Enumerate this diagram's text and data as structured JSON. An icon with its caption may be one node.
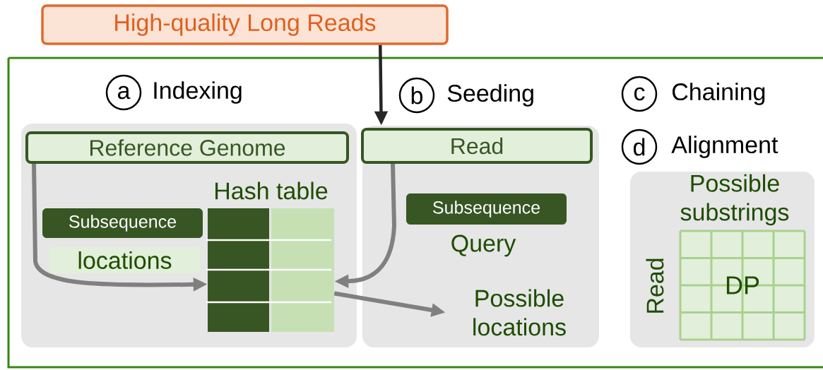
{
  "diagram": {
    "nodes": [
      {
        "text": [
          "High-quality Long Reads"
        ]
      },
      {
        "text": [],
        "shape": "box"
      },
      {
        "text": [
          "Reference Genome"
        ],
        "in": 1
      },
      {
        "text": [
          "Hash table"
        ],
        "in": 1
      },
      {
        "text": [
          "Subsequence"
        ],
        "in": 1
      },
      {
        "text": [
          "locations"
        ],
        "in": 1
      },
      {
        "text": [],
        "shape": "box"
      },
      {
        "text": [
          "Read"
        ],
        "in": 6
      },
      {
        "text": [
          "Subsequence"
        ],
        "in": 6,
        "beside": [
          "Query"
        ]
      },
      {
        "text": [
          "Possible locations"
        ],
        "in": 6
      },
      {
        "text": [],
        "shape": "box"
      },
      {
        "text": [
          "DP"
        ],
        "in": 10,
        "beside": [
          "Possible substrings",
          "Read"
        ]
      }
    ],
    "edges": [
      {
        "from": 0,
        "to": 6,
        "arrow": "to",
        "color": "#262626"
      },
      {
        "from": 2,
        "to": 3,
        "arrow": "to"
      },
      {
        "from": 7,
        "to": 3,
        "arrow": "to"
      },
      {
        "from": 3,
        "to": 9,
        "arrow": "to"
      }
    ],
    "labels": [
      "a",
      "Indexing",
      "b",
      "Seeding",
      "c",
      "Chaining",
      "d",
      "Alignment"
    ]
  }
}
